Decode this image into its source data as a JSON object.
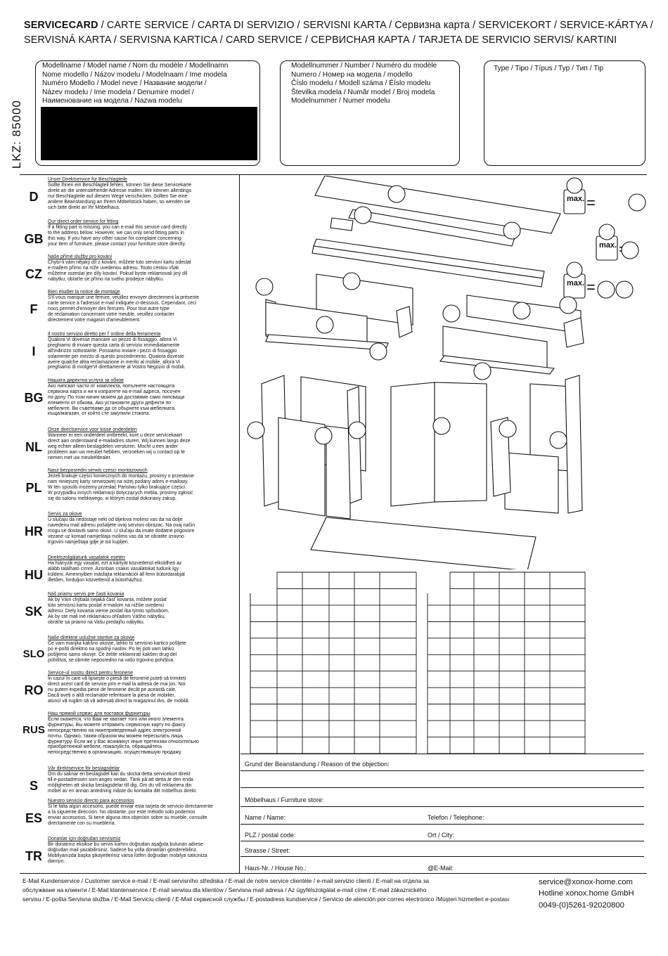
{
  "header": {
    "title_bold": "SERVICECARD",
    "title_line1_rest": " / CARTE SERVICE / CARTA DI SERVIZIO / SERVISNI KARTA / Сервизна карта / SERVICEKORT / SERVICE-KÁRTYA /",
    "title_line2": "SERVISNÁ KARTA / SERVISNA KARTICA / CARD SERVICE / СЕРВИСНАЯ КАРТА / TARJETA DE SERVICIO SERVIS/ KARTINI"
  },
  "lkz": "LKZ: 85000",
  "boxes": {
    "model_name": [
      "Modellname / Model name / Nom du modèle / Modellnamn",
      "Nome modello / Názov modelu / Modelnaam / Ime modela",
      "Numéro Modello / Model neve / Название модели /",
      "Název modelu / Ime modela / Denumire model /",
      "Наименование на модела / Nazwa modelu"
    ],
    "model_number": [
      "Modellnummer / Number / Numéro du modèle",
      "Numero /  Номер на модела / modello",
      "Číslo modelu / Modell száma / Èíslo modelu",
      "Številka modela / Număr model / Broj modela",
      "Modelnummer / Numer modelu"
    ],
    "type": "Type / Tipo / Típus / Typ / Тип / Tip"
  },
  "languages": [
    {
      "code": "D",
      "heading": "Unser Direktservice für Beschlagteile",
      "lines": [
        "Sollte Ihnen ein Beschlagteil fehlen, können Sie diese Servicekarte",
        "direkt an die untenstehende Adresse mailen. Wir können allerdings",
        "nur Beschlagteile auf diesem Wege verschicken. Sollten Sie eine",
        "andere Beanstandung an Ihrem Möbelstück haben, so wenden sie",
        "sich bitte direkt an Ihr Möbelhaus."
      ]
    },
    {
      "code": "GB",
      "heading": "Our direct order service for fitting",
      "lines": [
        "If a fitting part is missing, you can e-mail this service card directly",
        "to the address below. However, we can only send fitting parts in",
        "this way. If you have any other cause for complaint concerning",
        "your item of furniture, please contact your furniture store directly."
      ]
    },
    {
      "code": "CZ",
      "heading": "Naše přímé služby pro kování",
      "lines": [
        "Chybí-li vám nějaký díl z kování, můžete tuto servisní kartu odeslat",
        "e-mailem přímo na níže uvedenou adresu. Touto cestou však",
        "můžeme rozeslat jen díly kování. Pokud byste reklamovali jiný díl",
        "nábytku, obraťte se přímo na svého prodejce nábytku."
      ]
    },
    {
      "code": "F",
      "heading": "Bien etudier la notice de montage",
      "lines": [
        "S'il vous manque une ferrure, veuillez envoyer directement la présente",
        "carte service à l'adresse e-mail indiquée ci-dessous. Cependant, ceci",
        "nous permet d'envoyer des ferrures. Pour tout autre type",
        "de réclamation concernant votre meuble, veuillez contacter",
        "directement votre magasin d'ameublement."
      ]
    },
    {
      "code": "I",
      "heading": "Il nostro servizio diretto per l' ordine della ferramenta",
      "lines": [
        "Qualora Vi dovesse mancare un pezzo di fissaggio, allora Vi",
        "preghiamo di inviare questa carta di servizio immediatamente",
        "all'indirizzo sottostante. Possiamo inviare i pezzi di fissaggio",
        "solamente per mezzo di questo procedimento. Qualora doveste",
        "avere qualche altra reclamazione in merito al mobile, allora Vi",
        "preghiamo di rivolgerVi direttamente al Vostro Negozio di mobili."
      ]
    },
    {
      "code": "BG",
      "heading": "Нашата директна услуга за обков",
      "lines": [
        "Ако липсват части от комплекта, попълнете настоящата",
        "сервизна карта и ни я изпратете на e-mail адреса, посочен",
        "по-долу. По този начин можем да доставяме само липсващи",
        "елементи от обкова. Ако установите други дефекти по",
        "мебелите. Ви съветваме да се обърнете към мебелната",
        "къща/магазин, от който сте закупили стоката."
      ]
    },
    {
      "code": "NL",
      "heading": "Onze directservice voor losse onderdelen",
      "lines": [
        "Wanneer er een onderdeel ontbreekt, kunt u deze servicekaart",
        "direct aan onderstaand e-mailadres sturen. Wij kunnen langs deze",
        "weg echter alleen beslagdelen versturen. Mocht u een ander",
        "probleem aan uw meubel hebben, verzoeken wij u contact op te",
        "nemen met uw meubeldealer."
      ]
    },
    {
      "code": "PL",
      "heading": "Nasz bezposredni serwis czesci montazowych",
      "lines": [
        "Jeżeli brakuje części koniecznych do montażu, prosimy o przesłanie",
        "nam niniejszej karty serwisowej na niżej podany adres e-mailowy.",
        "W ten sposób możemy przesłać Państwu tylko brakujące części.",
        "W przypadku innych reklamacji dotyczących mebla, prosimy zgłosić",
        "się do salonu meblowego, w którym został dokonany zakup."
      ]
    },
    {
      "code": "HR",
      "heading": "Servis za okove",
      "lines": [
        "U slučaju da nedostaje neki od dijelova molimo vas da na dolje",
        "navedenu mail adresu pošaljete ovaj servisni obrazac. Na ovaj način",
        "mogu se dostaviti samo okovi. U slučaju da imate dodatne prigovore",
        "vezane uz komad namještaja molimo vas da se obratite izravno",
        "trgovini namještaja gdje je isti kupljen."
      ]
    },
    {
      "code": "HU",
      "heading": "Direktszolgálatunk vasalatok esetén",
      "lines": [
        "Ha hiányzik egy vasalat, ezt a kártyát közvetlenül elküldheti az",
        "alább található címre. Azonban csakis vasalatokat tudunk így",
        "küldeni. Amennyiben másfajta reklamációi áll fenn bútordarabját",
        "illetően, forduljon közvetlenül a bútorházhoz."
      ]
    },
    {
      "code": "SK",
      "heading": "Náš priamy servis pre časti kovania",
      "lines": [
        "Ak by Vám chýbala nejaká časť kovania, môžete poslať",
        "túto servisnú kartu poslať e-mailom na nižšie uvedenú",
        "adresu. Diely kovania vieme poslať iba týmto spôsobom.",
        "Ak by ste mali iné reklamáciu ohľadom Vášho nábytku,",
        "obráťte sa priamo na Vašu predajňu nábytku."
      ]
    },
    {
      "code": "SLO",
      "heading": "Naše direktne uslužne storitve za okovje",
      "lines": [
        "Če vam manjka kakšno okovje, lahko to servisno kartico pošljete",
        "po e-pošti direktno na spodnji naslov. Po tej poti vam lahko",
        "pošljemo samo okovje. Če želite reklamirati kakšen drug del",
        "pohištva, se obrnite neposredno na vašo trgovino pohištva."
      ]
    },
    {
      "code": "RO",
      "heading": "Service-ul nostru direct pentru feronerie",
      "lines": [
        "În cazul în care vă lipsește o piesă de feronerie puteți să trimiteți",
        "direct acest card de service prin e-mail la adresa de mai jos. Noi",
        "nu putem expedia piese de feronerie decât pe această cale.",
        "Dacă aveți o altă reclamație referitoare la piesa de mobilier,",
        "atunci vă rugăm să vă adresați direct la magazinul dvs. de mobilă."
      ]
    },
    {
      "code": "RUS",
      "heading": "Наш прямой сервис для поставок фурнитуры",
      "lines": [
        "Если окажется, что Вам не хватает того или иного элемента",
        "фурнитуры, Вы можете отправить сервисную карту по факсу",
        "непосредственно на нижеприведенный адрес электронной",
        "почты. Однако, таким образом мы можем пересылать лишь",
        "фурнитуру. Если же у Вас возникнут иные претензии относительно",
        "приобретенной мебели, пожалуйста, обращайтесь",
        "непосредственно в организацию, осуществившую продажу."
      ]
    },
    {
      "code": "S",
      "heading": "Vår direktservice för beslagsdelar",
      "lines": [
        "Om du saknar en beslagsdel kan du skicka detta servicekort direkt",
        "till e-postadressen som anges nedan. Tänk på att detta är den enda",
        "möjligheten att skicka beslagsdelar till dig. Om du vill reklamera din",
        "möbel av en annan anledning måste du kontakta ditt möbelhus direkt."
      ]
    },
    {
      "code": "ES",
      "heading": "Nuestro servicio directo para accesorios",
      "lines": [
        "Si le falta algún accesorio, puede enviar esta tarjeta de servicio directamente",
        "a la siguiente dirección. No obstante, por este método solo podemos",
        "enviar accesorios. Si tiene alguna otra objeción sobre su mueble, consulte",
        "directamente con su mueblería."
      ]
    },
    {
      "code": "TR",
      "heading": "Donatılar için doğrudan servisimiz",
      "lines": [
        "Bir donatınız eksikse bu servis kartını doğrudan aşağıda bulunan adrese",
        "doğrudan mail yazabilirsiniz. Sadece bu yolla donatıları gönderebiliriz.",
        "Mobilyanızda başka şikayetleriniz varsa lütfen doğrudan mobilya saticiniza",
        "danışın."
      ]
    }
  ],
  "form": {
    "objection": "Grund der Beanstandung / Reason of the objection:",
    "store": "Möbelhaus / Furniture store:",
    "name": "Name / Name:",
    "phone": "Telefon / Telephone:",
    "plz": "PLZ / postal code:",
    "city": "Ort / City:",
    "street": "Strasse / Street:",
    "house_no": "Haus-Nr. / House No.:",
    "email": "@E-Mail:"
  },
  "diagram": {
    "max_label": "max.",
    "equals": "="
  },
  "footer": {
    "lines": [
      "E-Mail Kundenservice / Customer service e-mail / E-mail servisního střediska / E-mail de notre service clientèle / e-mail servizio clienti / E-mail на отдела за",
      "обслужване на клиенти / E-Mail klantenservice / E-mail serwisu dla klientów / Servisna mail adresa / Az ügyfélszolgálat e-mail címe / E-mail zákaznického",
      "servisu / E-pošta Servisna služba / E-Mail Serviciu clienți / E-Mail сервисной службы / E-postadress kundservice / Servicio de atención por correo electrónico /Müşteri hizmetleri e-postası"
    ],
    "email": "service@xonox-home.com",
    "hotline": "Hotline xonox.home GmbH",
    "phone": "0049-(0)5261-92020800"
  },
  "colors": {
    "ink": "#111111",
    "paper": "#ffffff",
    "panel_fill": "#f4f4f4"
  }
}
